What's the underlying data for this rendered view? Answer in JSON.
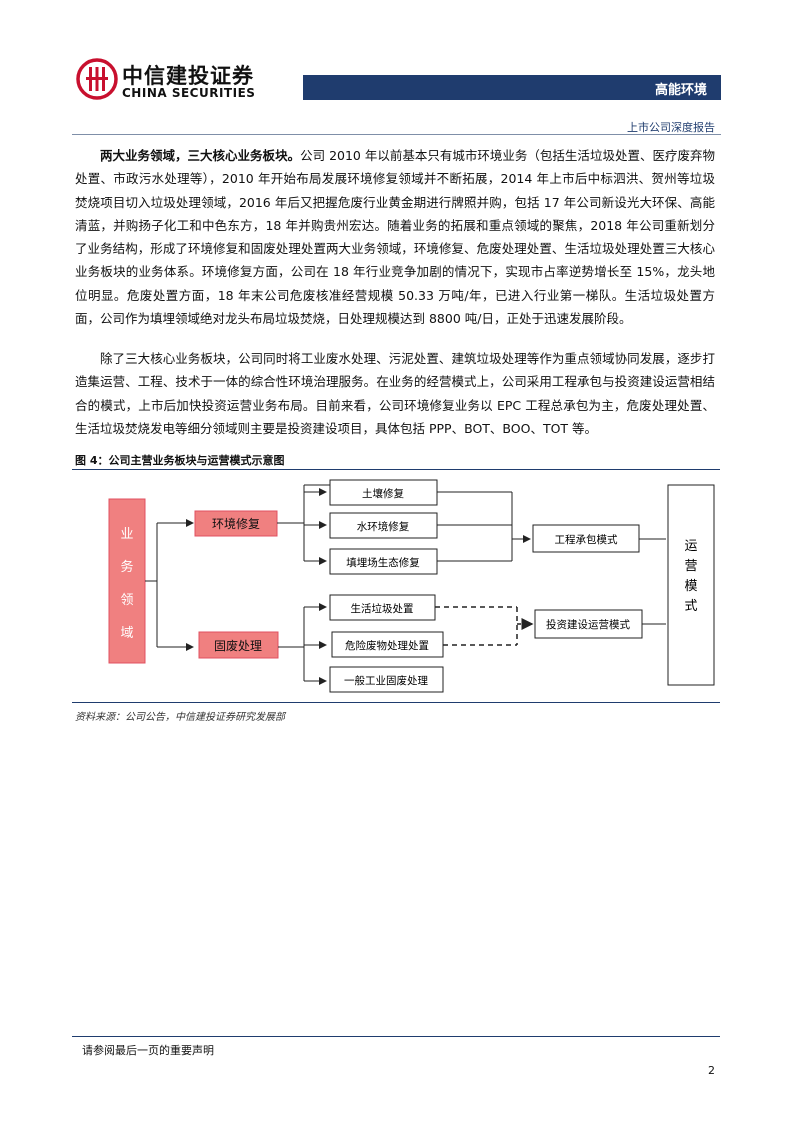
{
  "header": {
    "logo_cn": "中信建投证券",
    "logo_en": "CHINA SECURITIES",
    "title": "高能环境",
    "report_type": "上市公司深度报告"
  },
  "body": {
    "p1_lead": "两大业务领域，三大核心业务板块。",
    "p1_text": "公司 2010 年以前基本只有城市环境业务（包括生活垃圾处置、医疗废弃物处置、市政污水处理等），2010 年开始布局发展环境修复领域并不断拓展，2014 年上市后中标泗洪、贺州等垃圾焚烧项目切入垃圾处理领域，2016 年后又把握危废行业黄金期进行牌照并购，包括 17 年公司新设光大环保、高能清蓝，并购扬子化工和中色东方，18 年并购贵州宏达。随着业务的拓展和重点领域的聚焦，2018 年公司重新划分了业务结构，形成了环境修复和固废处理处置两大业务领域，环境修复、危废处理处置、生活垃圾处理处置三大核心业务板块的业务体系。环境修复方面，公司在 18 年行业竞争加剧的情况下，实现市占率逆势增长至 15%，龙头地位明显。危废处置方面，18 年末公司危废核准经营规模 50.33 万吨/年，已进入行业第一梯队。生活垃圾处置方面，公司作为填埋领域绝对龙头布局垃圾焚烧，日处理规模达到 8800 吨/日，正处于迅速发展阶段。",
    "p2_text": "除了三大核心业务板块，公司同时将工业废水处理、污泥处置、建筑垃圾处理等作为重点领域协同发展，逐步打造集运营、工程、技术于一体的综合性环境治理服务。在业务的经营模式上，公司采用工程承包与投资建设运营相结合的模式，上市后加快投资运营业务布局。目前来看，公司环境修复业务以 EPC 工程总承包为主，危废处理处置、生活垃圾焚烧发电等细分领域则主要是投资建设项目，具体包括 PPP、BOT、BOO、TOT 等。"
  },
  "figure": {
    "title": "图 4：公司主营业务板块与运营模式示意图",
    "left_box": [
      "业",
      "务",
      "领",
      "域"
    ],
    "domains": [
      "环境修复",
      "固废处理"
    ],
    "segments": [
      "土壤修复",
      "水环境修复",
      "填埋场生态修复",
      "生活垃圾处置",
      "危险废物处理处置",
      "一般工业固废处理"
    ],
    "modes": [
      "工程承包模式",
      "投资建设运营模式"
    ],
    "right_box": [
      "运",
      "营",
      "模",
      "式"
    ],
    "colors": {
      "pink_fill": "#f08080",
      "pink_border": "#e05060",
      "line": "#222222"
    }
  },
  "source": "资料来源：公司公告，中信建投证券研究发展部",
  "footer": {
    "disclaimer": "请参阅最后一页的重要声明",
    "page": "2"
  }
}
